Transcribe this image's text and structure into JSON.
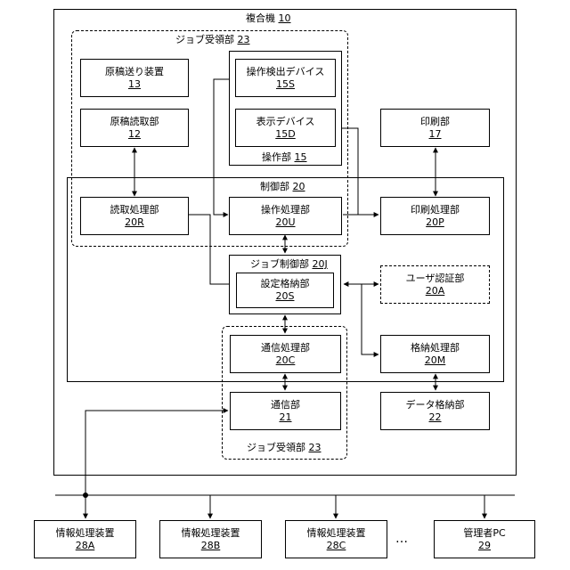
{
  "mfp": {
    "label": "複合機",
    "num": "10"
  },
  "job_recv_top": {
    "label": "ジョブ受領部",
    "num": "23"
  },
  "job_recv_bottom": {
    "label": "ジョブ受領部",
    "num": "23"
  },
  "control": {
    "label": "制御部",
    "num": "20"
  },
  "operation": {
    "label": "操作部",
    "num": "15"
  },
  "boxes": {
    "doc_feeder": {
      "label": "原稿送り装置",
      "num": "13"
    },
    "doc_reader": {
      "label": "原稿読取部",
      "num": "12"
    },
    "op_detect": {
      "label": "操作検出デバイス",
      "num": "15S"
    },
    "display": {
      "label": "表示デバイス",
      "num": "15D"
    },
    "printer": {
      "label": "印刷部",
      "num": "17"
    },
    "read_proc": {
      "label": "読取処理部",
      "num": "20R"
    },
    "op_proc": {
      "label": "操作処理部",
      "num": "20U"
    },
    "print_proc": {
      "label": "印刷処理部",
      "num": "20P"
    },
    "settings_store": {
      "label": "設定格納部",
      "num": "20S"
    },
    "user_auth": {
      "label": "ユーザ認証部",
      "num": "20A"
    },
    "comm_proc": {
      "label": "通信処理部",
      "num": "20C"
    },
    "storage_proc": {
      "label": "格納処理部",
      "num": "20M"
    },
    "comm": {
      "label": "通信部",
      "num": "21"
    },
    "data_store": {
      "label": "データ格納部",
      "num": "22"
    },
    "info_a": {
      "label": "情報処理装置",
      "num": "28A"
    },
    "info_b": {
      "label": "情報処理装置",
      "num": "28B"
    },
    "info_c": {
      "label": "情報処理装置",
      "num": "28C"
    },
    "admin_pc": {
      "label": "管理者PC",
      "num": "29"
    }
  },
  "job_ctrl": {
    "label": "ジョブ制御部",
    "num": "20J"
  },
  "ellipsis": "…"
}
